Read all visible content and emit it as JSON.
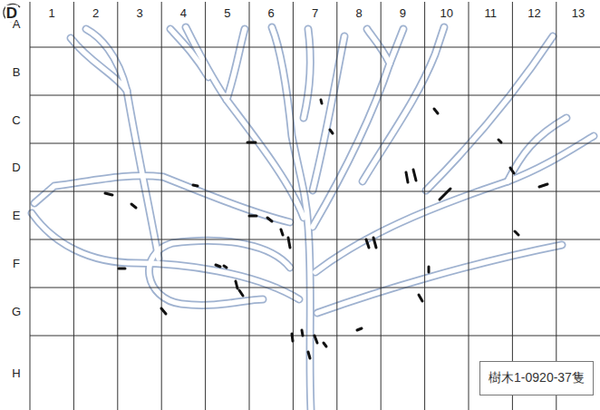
{
  "diagram": {
    "nodes": [
      {
        "text": [
          "樹木1-0920-37隻"
        ]
      }
    ],
    "labels": [
      "D",
      "1",
      "2",
      "3",
      "4",
      "5",
      "6",
      "7",
      "8",
      "9",
      "10",
      "11",
      "12",
      "13",
      "A",
      "B",
      "C",
      "D",
      "E",
      "F",
      "G",
      "H"
    ]
  }
}
